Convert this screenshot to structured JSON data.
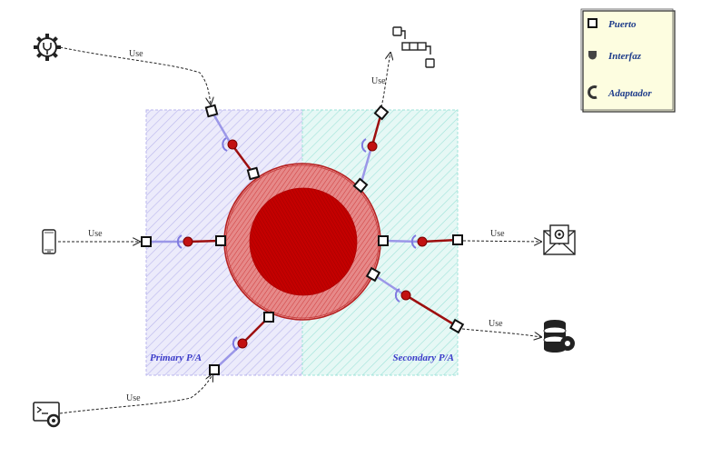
{
  "zones": {
    "primary": "Primary P/A",
    "secondary": "Secondary P/A"
  },
  "connector_label": "Use",
  "legend": {
    "port": "Puerto",
    "interface": "Interfaz",
    "adapter": "Adaptador"
  },
  "actors": {
    "left": [
      "gear-icon",
      "smartphone-icon",
      "terminal-settings-icon"
    ],
    "right": [
      "queue-flow-icon",
      "email-icon",
      "database-settings-icon"
    ]
  },
  "colors": {
    "primary_zone": "#c9c6f0",
    "secondary_zone": "#bfeee8",
    "core": "#c40000",
    "core_ring": "#e27a7a",
    "port_edge": "#9b97e8",
    "adapter_edge": "#9d0f0f",
    "legend_bg": "#fdfde0"
  }
}
